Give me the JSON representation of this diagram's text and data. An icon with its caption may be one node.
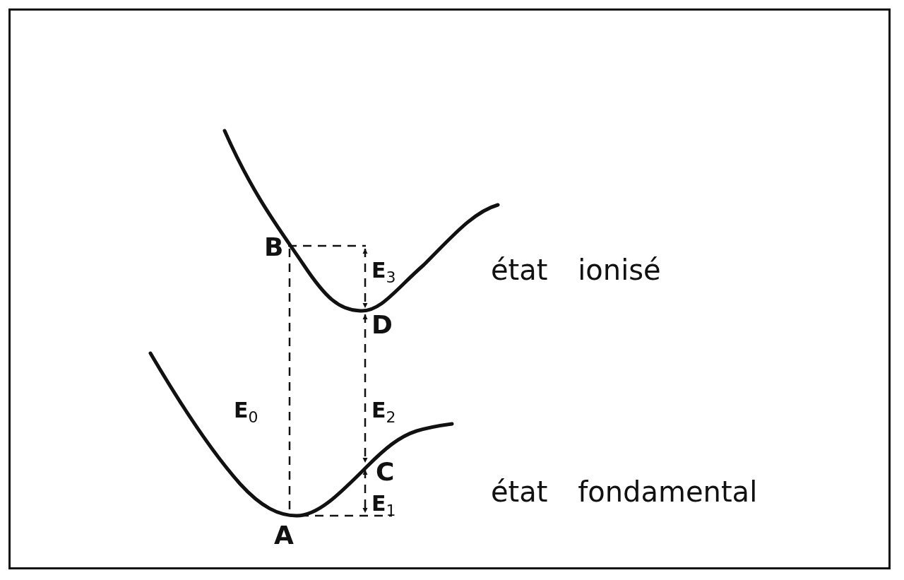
{
  "diagram": {
    "labels": [
      "B",
      "E$_{3}$",
      "état ionisé",
      "D",
      "E$_{0}$",
      "E$_{2}$",
      "C",
      "état fondamental",
      "E$_{1}$",
      "A"
    ]
  }
}
